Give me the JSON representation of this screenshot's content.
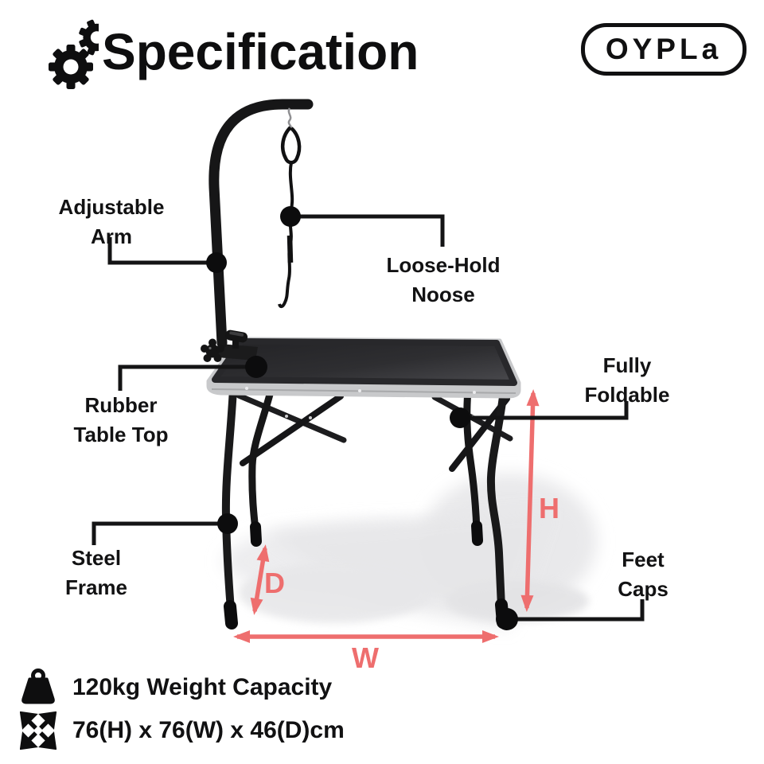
{
  "header": {
    "title": "Specification",
    "logo_text": "OYPLa"
  },
  "callouts": {
    "adjustable_arm": {
      "line1": "Adjustable",
      "line2": "Arm"
    },
    "loose_hold_noose": {
      "line1": "Loose-Hold",
      "line2": "Noose"
    },
    "rubber_table_top": {
      "line1": "Rubber",
      "line2": "Table Top"
    },
    "fully_foldable": {
      "line1": "Fully",
      "line2": "Foldable"
    },
    "steel_frame": {
      "line1": "Steel",
      "line2": "Frame"
    },
    "feet_caps": {
      "line1": "Feet",
      "line2": "Caps"
    }
  },
  "dimensions": {
    "height_label": "H",
    "width_label": "W",
    "depth_label": "D"
  },
  "specs": [
    {
      "icon": "weight-icon",
      "text": "120kg Weight Capacity"
    },
    {
      "icon": "expand-arrows-icon",
      "text": "76(H) x 76(W) x 46(D)cm"
    }
  ],
  "colors": {
    "accent": "#ee6e6e",
    "ink": "#121213",
    "table_top": "#2b2b2e",
    "trim": "#c8c9cb"
  }
}
